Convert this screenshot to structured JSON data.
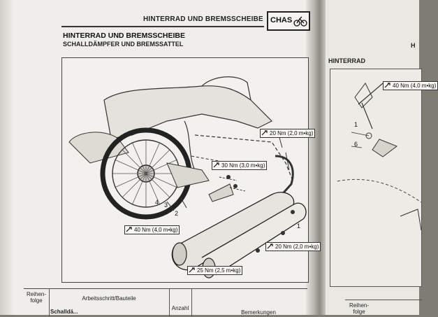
{
  "left_page": {
    "running_title": "HINTERRAD UND BREMSSCHEIBE",
    "chapter_tab": "CHAS",
    "chapter_icon": "bicycle-wrench-icon",
    "section_title": "HINTERRAD UND BREMSSCHEIBE",
    "section_subtitle": "SCHALLDÄMPFER UND BREMSSATTEL",
    "torque_specs": [
      {
        "value": "20 Nm (2,0 m•kg)"
      },
      {
        "value": "30 Nm (3,0 m•kg)"
      },
      {
        "value": "40 Nm (4,0 m•kg)"
      },
      {
        "value": "20 Nm (2,0 m•kg)"
      },
      {
        "value": "25 Nm (2,5 m•kg)"
      }
    ],
    "callouts": [
      "1",
      "2",
      "3",
      "4"
    ],
    "table_headers": {
      "order": "Reihen-folge",
      "work_step": "Arbeitsschritt/Bauteile",
      "quantity": "Anzahl",
      "remarks": "Bemerkungen",
      "first_cell": "Schalldä..."
    }
  },
  "right_page": {
    "section_title": "HINTERRAD",
    "corner_label": "H",
    "torque_specs": [
      {
        "value": "40 Nm (4,0 m•kg)"
      }
    ],
    "callouts": [
      "1",
      "6"
    ],
    "table_header": "Reihen-folge"
  }
}
